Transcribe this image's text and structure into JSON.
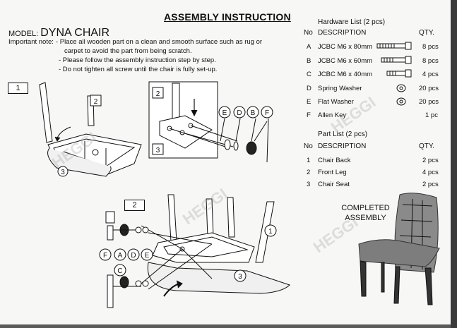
{
  "title": "ASSEMBLY INSTRUCTION",
  "model": {
    "label": "MODEL:",
    "name": "DYNA CHAIR"
  },
  "important_note": {
    "label": "Important note:",
    "lines": [
      "- Place all wooden part on a clean and smooth surface such as rug or",
      "carpet to avoid the part from being scratch.",
      "- Please follow the assembly instruction step by step.",
      "- Do not tighten all screw until the chair is fully set-up."
    ]
  },
  "hardware_list": {
    "title": "Hardware List (2 pcs)",
    "headers": {
      "no": "No",
      "description": "DESCRIPTION",
      "qty": "QTY."
    },
    "rows": [
      {
        "no": "A",
        "description": "JCBC M6 x 80mm",
        "qty": "8 pcs",
        "icon": "bolt-long-icon"
      },
      {
        "no": "B",
        "description": "JCBC M6 x 60mm",
        "qty": "8 pcs",
        "icon": "bolt-medium-icon"
      },
      {
        "no": "C",
        "description": "JCBC M6 x 40mm",
        "qty": "4 pcs",
        "icon": "bolt-short-icon"
      },
      {
        "no": "D",
        "description": "Spring Washer",
        "qty": "20 pcs",
        "icon": "spring-washer-icon"
      },
      {
        "no": "E",
        "description": "Flat Washer",
        "qty": "20 pcs",
        "icon": "flat-washer-icon"
      },
      {
        "no": "F",
        "description": "Allen Key",
        "qty": "1 pc",
        "icon": "allen-key-icon"
      }
    ]
  },
  "part_list": {
    "title": "Part List (2 pcs)",
    "headers": {
      "no": "No",
      "description": "DESCRIPTION",
      "qty": "QTY."
    },
    "rows": [
      {
        "no": "1",
        "description": "Chair Back",
        "qty": "2 pcs"
      },
      {
        "no": "2",
        "description": "Front Leg",
        "qty": "4 pcs"
      },
      {
        "no": "3",
        "description": "Chair Seat",
        "qty": "2 pcs"
      }
    ]
  },
  "steps": {
    "step1": {
      "label": "1",
      "callouts": [
        "2",
        "3",
        "2",
        "3"
      ],
      "hardware": [
        "E",
        "D",
        "B",
        "F"
      ]
    },
    "step2": {
      "label": "2",
      "callouts": [
        "1",
        "3"
      ],
      "hardware": [
        "F",
        "A",
        "D",
        "E",
        "C"
      ]
    }
  },
  "completed": {
    "line1": "COMPLETED",
    "line2": "ASSEMBLY"
  },
  "watermark": "HEGGI"
}
